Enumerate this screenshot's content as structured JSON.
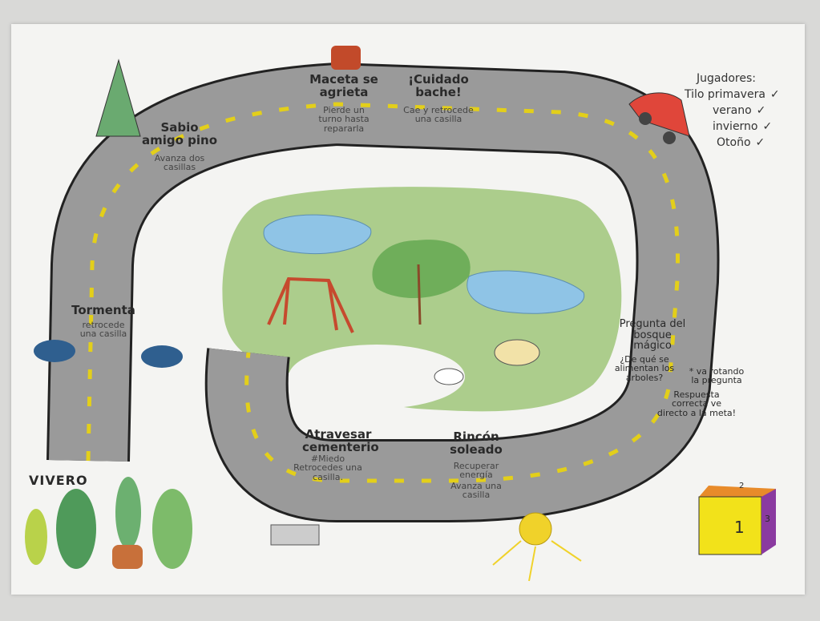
{
  "players": {
    "title": "Jugadores:",
    "list": [
      {
        "name": "Tilo primavera",
        "check": "✓"
      },
      {
        "name": "verano",
        "check": "✓"
      },
      {
        "name": "invierno",
        "check": "✓"
      },
      {
        "name": "Otoño",
        "check": "✓"
      }
    ]
  },
  "spaces": {
    "pino": {
      "title": "Sabio amigo pino",
      "text": "Avanza dos casillas"
    },
    "maceta": {
      "title": "Maceta se agrieta",
      "text": "Pierde un turno hasta repararla"
    },
    "bache": {
      "title": "¡Cuidado bache!",
      "text": "Cae y retrocede una casilla"
    },
    "tormenta": {
      "title": "Tormenta",
      "text": "retrocede una casilla"
    },
    "bosque": {
      "title": "Pregunta del bosque mágico",
      "question": "¿De qué se alimentan los árboles?",
      "note": "* va rotando la pregunta",
      "answer": "Respuesta correcta ve directo a la meta!"
    },
    "cementerio": {
      "title": "Atravesar cementerio",
      "tag": "#Miedo",
      "text": "Retrocedes una casilla."
    },
    "rincon": {
      "title": "Rincón soleado",
      "text": "Recuperar energía",
      "text2": "Avanza una casilla"
    }
  },
  "vivero": "VIVERO",
  "dice": {
    "front": "1",
    "top": "2",
    "side": "3"
  },
  "colors": {
    "road": "#9a9a9a",
    "grass": "#8fbf6a",
    "pond": "#8fc4e6",
    "center_line": "#e3cf1a",
    "car": "#e0463a",
    "die": "#f2e21a"
  }
}
